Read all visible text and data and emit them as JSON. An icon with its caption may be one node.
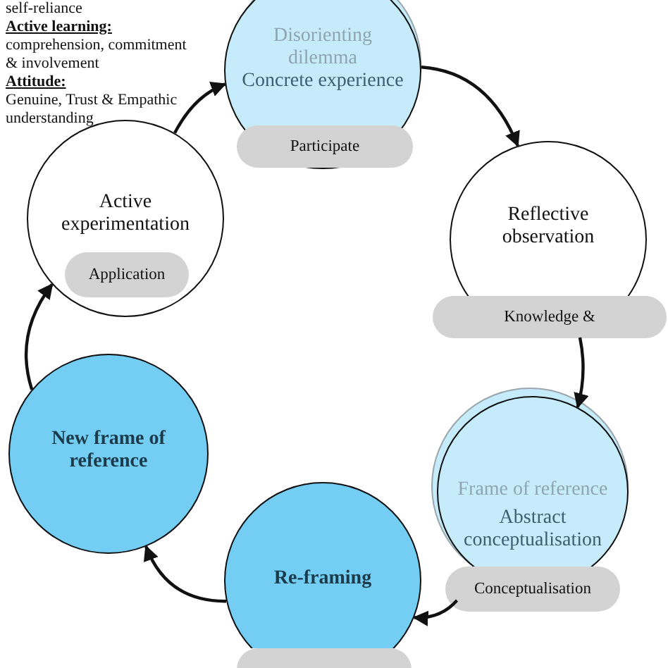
{
  "diagram": {
    "nodes": [
      {
        "text": [
          "Disorienting dilemma",
          "Concrete experience"
        ]
      },
      {
        "text": [
          "Participate"
        ],
        "in": 0
      },
      {
        "text": [
          "Active experimentation"
        ]
      },
      {
        "text": [
          "Application"
        ],
        "in": 2
      },
      {
        "text": [
          "Reflective observation"
        ]
      },
      {
        "text": [
          "Knowledge &"
        ]
      },
      {
        "text": [
          "Frame of reference",
          "Abstract conceptualisation"
        ]
      },
      {
        "text": [
          "Conceptualisation"
        ]
      },
      {
        "text": [
          "Re-framing"
        ]
      },
      {
        "text": [],
        "shape": "bar"
      },
      {
        "text": [
          "New frame of reference"
        ]
      }
    ],
    "edges": [
      {
        "from": 2,
        "to": 0,
        "arrow": "to"
      },
      {
        "from": 0,
        "to": 4,
        "arrow": "to"
      },
      {
        "from": 5,
        "to": 6,
        "arrow": "to"
      },
      {
        "from": 7,
        "to": 8,
        "arrow": "to"
      },
      {
        "from": 8,
        "to": 10,
        "arrow": "to"
      },
      {
        "from": 10,
        "to": 2,
        "arrow": "to"
      }
    ],
    "labels": [
      "self-reliance",
      "Active learning:",
      "comprehension, commitment & involvement",
      "Attitude:",
      "Genuine, Trust & Empathic understanding"
    ]
  }
}
